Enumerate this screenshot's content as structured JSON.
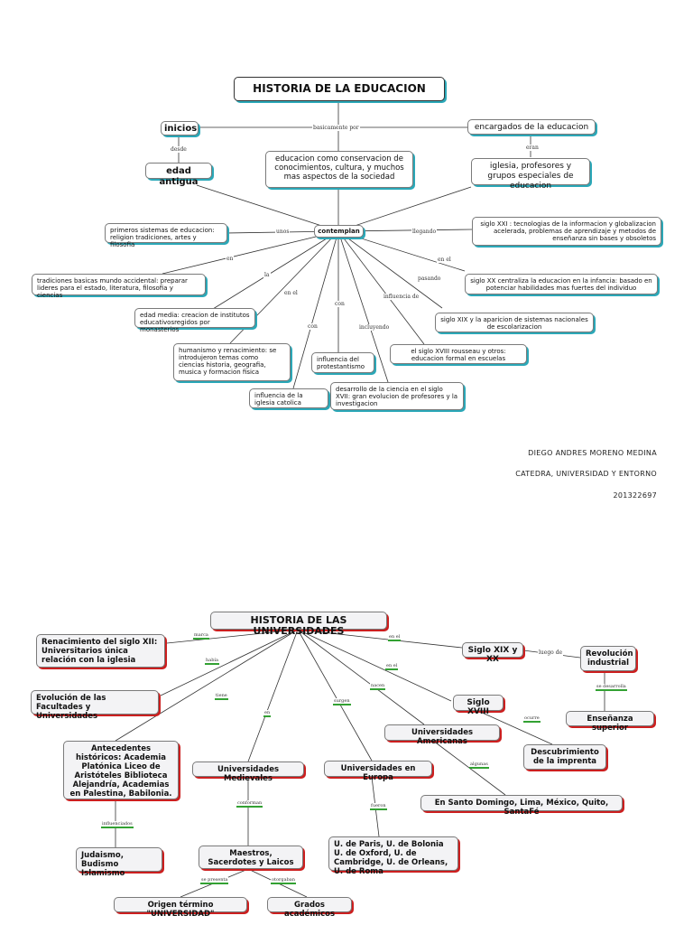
{
  "map1": {
    "title": "HISTORIA DE LA EDUCACION",
    "inicios": "inicios",
    "lbl_basicamente": "basicamente por",
    "encargados": "encargados de la educacion",
    "lbl_desde": "desde",
    "lbl_eran": "eran",
    "edad_antigua": "edad antigua",
    "conservacion": "educacion como conservacion de conocimientos, cultura, y muchos mas aspectos de la sociedad",
    "iglesia": "iglesia, profesores y grupos especiales de educacion",
    "contemplan": "contemplan",
    "lbl_unos": "unos",
    "primeros": "primeros sistemas de educacion: religion tradiciones, artes y filosofia",
    "lbl_llegando": "llegando",
    "siglo_xxi": "siglo XXI : tecnologias de la informacion y globalizacion acelerada, problemas de aprendizaje y metodos de enseñanza sin bases y obsoletos",
    "lbl_en": "en",
    "tradiciones": "tradiciones basicas mundo accidental: preparar lideres para el estado, literatura, filosofia y ciencias",
    "lbl_en_el_r": "en el",
    "siglo_xx": "siglo XX centraliza la educacion en la infancia: basado en potenciar habilidades mas fuertes del individuo",
    "lbl_la": "la",
    "lbl_pasando": "pasando",
    "edad_media": "edad media: creacion de institutos educativosregidos por monasterios",
    "lbl_en_el": "en el",
    "lbl_influencia_de": "influencia de",
    "siglo_xix": "siglo XIX y la aparicion de sistemas nacionales de escolarizacion",
    "lbl_con1": "con",
    "lbl_con2": "con",
    "lbl_incluyendo": "incluyendo",
    "humanismo": "humanismo y renacimiento: se introdujeron temas como ciencias historia, geografia, musica y formacion fisica",
    "siglo_xviii": "el siglo XVIII rousseau y otros: educacion formal en escuelas",
    "protestantismo": "influencia del protestantismo",
    "catolica": "influencia de la iglesia catolica",
    "ciencia": "desarrollo de la ciencia en el siglo XVII: gran evolucion de profesores y la investigacion"
  },
  "author": {
    "name": "DIEGO ANDRES MORENO MEDINA",
    "course": "CATEDRA, UNIVERSIDAD Y ENTORNO",
    "code": "201322697"
  },
  "map2": {
    "title": "HISTORIA DE LAS UNIVERSIDADES",
    "lbl_marca": "marca",
    "renacimiento": "Renacimiento del siglo XII: Universitarios única relación con la iglesia",
    "lbl_en_el": "en el",
    "siglo_xix_xx": "Siglo XIX y XX",
    "lbl_luego_de": "luego de",
    "revolucion": "Revolución industrial",
    "lbl_habia": "había",
    "evolucion": "Evolución de las Facultades y Universidades",
    "lbl_en_el2": "en el",
    "siglo_xviii": "Siglo XVIII",
    "lbl_se_desarrollo": "se desarrolla",
    "ensenanza": "Enseñanza superior",
    "lbl_tiene": "tiene",
    "lbl_en": "en",
    "lbl_surgen": "surgen",
    "lbl_nacen": "nacen",
    "lbl_ocurre": "ocurre",
    "americanas": "Universidades Americanas",
    "antecedentes": "Antecedentes históricos: Academia Platónica Liceo de Aristóteles Biblioteca Alejandría, Academias en Palestina, Babilonia.",
    "medievales": "Universidades Medievales",
    "europa": "Universidades en Europa",
    "imprenta": "Descubrimiento de la imprenta",
    "lbl_algunas": "algunas",
    "santo_domingo": "En Santo Domingo, Lima, México, Quito, SantaFé",
    "lbl_influenciados": "influenciados",
    "lbl_conforman": "conforman",
    "lbl_fueron": "fueron",
    "judaismo": "Judaismo, Budismo Islamismo",
    "maestros": "Maestros, Sacerdotes y Laicos",
    "paris": "U. de Paris, U. de Bolonia U. de Oxford, U. de Cambridge, U. de Orleans, U. de Roma",
    "lbl_se_presenta": "se presenta",
    "lbl_otorgaban": "otorgaban",
    "origen": "Origen término \"UNIVERSIDAD\"",
    "grados": "Grados académicos"
  }
}
